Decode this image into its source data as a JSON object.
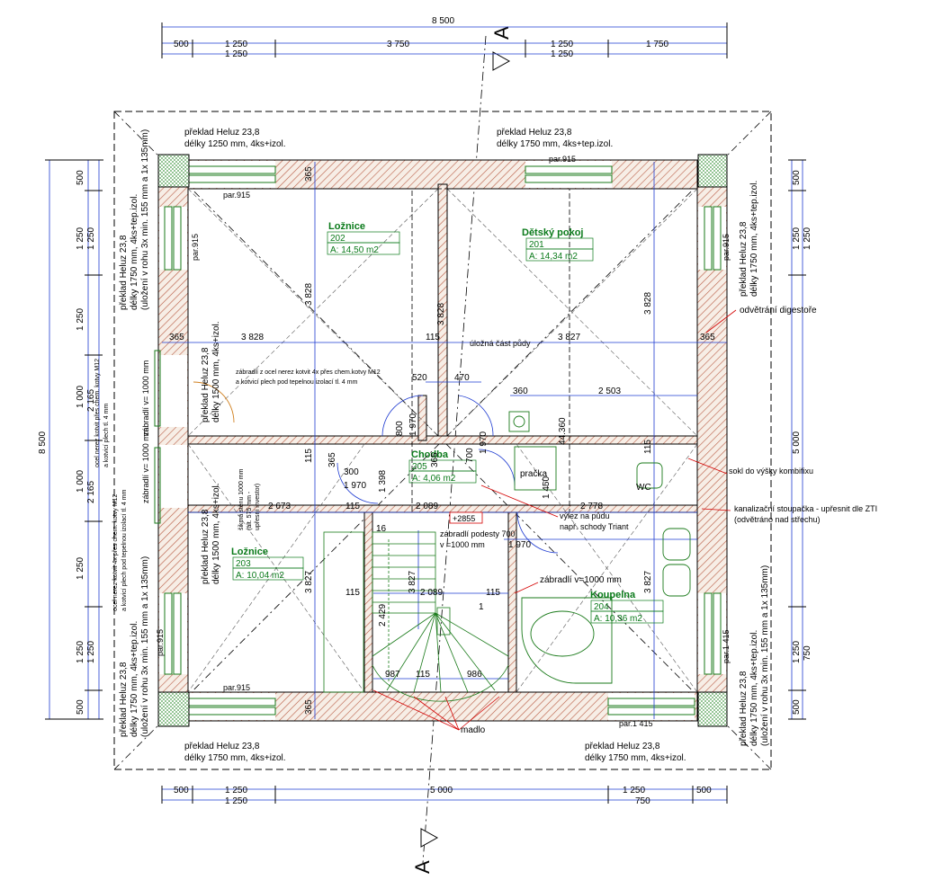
{
  "section_mark": "A",
  "dims_top": {
    "total": "8 500",
    "segments": [
      "500",
      "1 250",
      "3 750",
      "1 250",
      "1 750"
    ],
    "sub": [
      "1 250",
      "1 250"
    ]
  },
  "dims_bottom": {
    "segments": [
      "500",
      "1 250",
      "5 000",
      "1 250",
      "500"
    ],
    "sub": [
      "1 250",
      "750"
    ]
  },
  "dims_left": {
    "total": "8 500",
    "segments": [
      "500",
      "1 250",
      "1 250",
      "1 000",
      "1 000",
      "1 250",
      "1 250",
      "500"
    ],
    "sub": [
      "1 250",
      "2 165",
      "2 165",
      "1 250"
    ]
  },
  "dims_right": {
    "segments": [
      "500",
      "1 250",
      "5 000",
      "1 250",
      "500"
    ],
    "sub": [
      "1 250",
      "750"
    ]
  },
  "rooms": [
    {
      "name": "Ložnice",
      "number": "202",
      "area": "A: 14,50 m2"
    },
    {
      "name": "Dětský pokoj",
      "number": "201",
      "area": "A: 14,34 m2"
    },
    {
      "name": "Chodba",
      "number": "205",
      "area": "A: 4,06 m2"
    },
    {
      "name": "Ložnice",
      "number": "203",
      "area": "A: 10,04 m2"
    },
    {
      "name": "Koupelna",
      "number": "204",
      "area": "A: 10,36 m2"
    }
  ],
  "lintels": {
    "top_left": [
      "překlad Heluz 23,8",
      "délky 1250 mm, 4ks+izol."
    ],
    "top_right": [
      "překlad Heluz 23,8",
      "délky 1750 mm, 4ks+tep.izol."
    ],
    "bottom_left": [
      "překlad Heluz 23,8",
      "délky 1750 mm, 4ks+izol."
    ],
    "bottom_right": [
      "překlad Heluz 23,8",
      "délky 1750 mm, 4ks+izol."
    ],
    "left_upper": [
      "překlad Heluz 23,8",
      "délky 1750 mm, 4ks+tep.izol.",
      "(uložení v rohu 3x min. 155 mm a 1x 135mm)"
    ],
    "left_lower": [
      "překlad Heluz 23,8",
      "délky 1750 mm, 4ks+tep.izol.",
      "(uložení v rohu 3x min. 155 mm a 1x 135mm)"
    ],
    "right_upper": [
      "překlad Heluz 23,8",
      "délky 1750 mm, 4ks+tep.izol."
    ],
    "right_lower": [
      "překlad Heluz 23,8",
      "délky 1750 mm, 4ks+tep.izol.",
      "(uložení v rohu 3x min. 155 mm a 1x 135mm)"
    ],
    "inner_upper": [
      "překlad Heluz 23,8",
      "délky 1500 mm, 4ks+izol."
    ],
    "inner_lower": [
      "překlad Heluz 23,8",
      "délky 1500 mm, 4ks+izol."
    ]
  },
  "parapets": [
    "par.915",
    "par.915",
    "par.915",
    "par.915",
    "par.915",
    "par.915",
    "par.1 415",
    "par.1 415"
  ],
  "notes": {
    "odvetrani": "odvětrání digestoře",
    "ulozna": "úložná část půdy",
    "sokl": "sokl do výšky kombifixu",
    "stoupacka1": "kanalizační stoupačka - upřesnit dle ZTI",
    "stoupacka2": "(odvětráno nad střechu)",
    "vylez1": "výlez na půdu",
    "vylez2": "např. schody Triant",
    "zabradli_podesty1": "zábradlí podesty 700",
    "zabradli_podesty2": "v =1000 mm",
    "zabradli_koupelna": "zábradlí v=1000 mm",
    "zabradli_left": "zábradlí v= 1000 mm",
    "zabradli_left2": "zábradlí v= 1000 mm",
    "zabradli_ocel1": "zábradlí z ocel nerez kotvit 4x přes chem.kotvy M12",
    "zabradli_ocel2": "a kotvicí plech pod tepelnou izolací tl. 4 mm",
    "ocel_left1": "ocel nerez kotvit přes chem. kotvy M12",
    "ocel_left2": "a kotvicí plech tl. 4 mm",
    "ocel_left3": "ocel nerez kotvit 4x přes chem. kotvy M12",
    "ocel_left4": "a kotvicí plech pod tepelnou izolací tl. 4 mm",
    "stair_note1": "šikmá stěnu 1000 mm",
    "stair_note2": "(alt. 575 mm -",
    "stair_note3": "upřesní investor)",
    "madlo": "madlo",
    "level": "+2855",
    "wc": "WC",
    "pracka": "pračka"
  },
  "inner_dims": {
    "h1_left": "3 828",
    "h1_right": "3 827",
    "h1_l365": "365",
    "h1_r365": "365",
    "h1_115": "115",
    "v_left1": "3 828",
    "v_right1": "3 828",
    "v_left2": "3 827",
    "v_right2": "3 827",
    "v_mid1": "3 828",
    "v_mid2": "3 827",
    "d520": "520",
    "d470": "470",
    "d360": "360",
    "d2503": "2 503",
    "d1970a": "1 970",
    "d1970b": "1 970",
    "d1970c": "1 970",
    "d1970d": "1 970",
    "d800": "800",
    "d700": "700",
    "d1450": "1 450",
    "d115a": "115",
    "d2673": "2 673",
    "d2089a": "2 089",
    "d2778": "2 778",
    "d2089b": "2 089",
    "d987": "987",
    "d986": "986",
    "d115b": "115",
    "d2429": "2 429",
    "d1398": "1 398",
    "d300": "300",
    "d44360": "44.360",
    "d16": "16",
    "d1": "1",
    "d365a": "365",
    "d365b": "365",
    "d365c": "365",
    "d365d": "365",
    "d115_l1": "115",
    "d115_l2": "115",
    "d115_r1": "115",
    "d115_r2": "115"
  },
  "colors": {
    "wall_hatch": "#b85c44",
    "dim_line": "#1e3bd1",
    "room_text": "#0a7a1a",
    "leader": "#d40000"
  }
}
